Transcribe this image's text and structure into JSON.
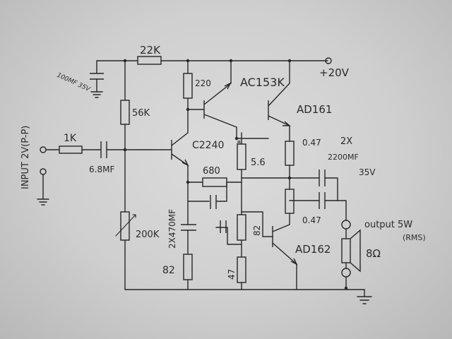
{
  "labels": {
    "r_feed": "22K",
    "supply": "+20V",
    "c_decouple": "100MF 35V",
    "r_collector": "220",
    "q_driver": "AC153K",
    "q_top": "AD161",
    "r_bias": "56K",
    "input_res": "1K",
    "input_cap": "6.8MF",
    "input_label": "INPUT 2V(P-P)",
    "q_input": "C2240",
    "r_adj_star": "5.6",
    "r_emitter_top": "0.47",
    "output_cap_count": "2X",
    "output_cap_value": "2200MF",
    "output_cap_voltage": "35V",
    "r_feedback": "680",
    "cap_feedback": "2X470MF",
    "r_82_mid": "82",
    "r_emitter_bot": "0.47",
    "output_power": "output 5W",
    "output_rms": "(RMS)",
    "q_bottom": "AD162",
    "speaker_impedance": "8Ω",
    "trim_pot": "200K",
    "r_82_low": "82",
    "r_47": "47",
    "asterisk": "*"
  }
}
